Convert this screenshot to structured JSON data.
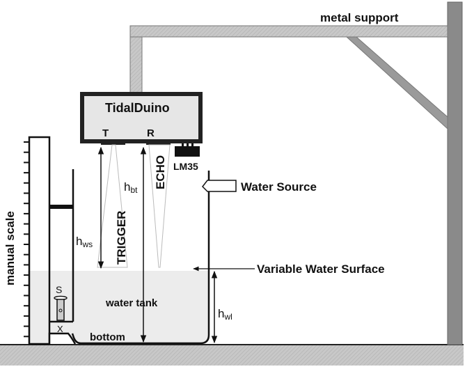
{
  "diagram": {
    "device": {
      "name": "TidalDuino",
      "transmitter": "T",
      "receiver": "R"
    },
    "sensor": "LM35",
    "beams": {
      "trigger": "TRIGGER",
      "echo": "ECHO"
    },
    "labels": {
      "metal_support": "metal support",
      "water_source": "Water Source",
      "variable_water_surface": "Variable Water Surface",
      "water_tank": "water tank",
      "bottom": "bottom",
      "manual_scale": "manual scale",
      "stilling_well_float": "S",
      "valve": "X"
    },
    "dimensions": {
      "h_ws": {
        "base": "h",
        "sub": "ws"
      },
      "h_bt": {
        "base": "h",
        "sub": "bt"
      },
      "h_wl": {
        "base": "h",
        "sub": "wl"
      }
    }
  }
}
